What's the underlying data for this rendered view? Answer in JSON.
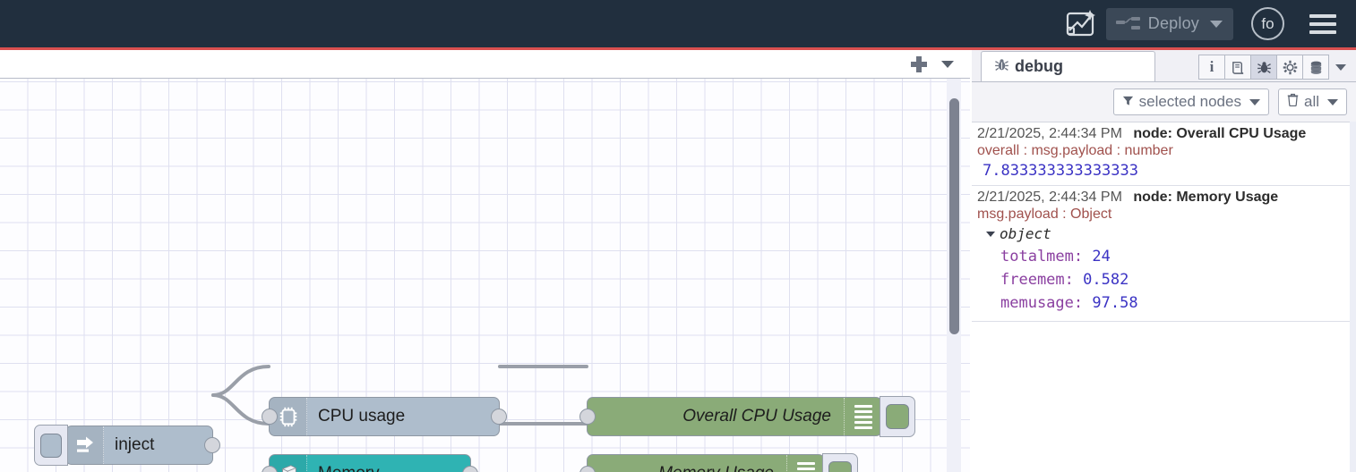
{
  "header": {
    "ai_icon": "flow-ai-icon",
    "deploy_label": "Deploy",
    "deploy_icon": "deploy-node-icon",
    "deploy_caret_icon": "chevron-down-icon",
    "avatar_initials": "fo",
    "menu_icon": "hamburger-menu-icon",
    "bg_color": "#212f3e",
    "accent_line_color": "#d94f4f"
  },
  "workspace": {
    "add_tab_icon": "plus-icon",
    "tab_menu_icon": "chevron-down-icon",
    "nodes": [
      {
        "id": "inject",
        "label": "inject",
        "icon": "inject-arrow-icon",
        "color": "#aebdcc",
        "button_icon": "inject-trigger-button"
      },
      {
        "id": "cpu",
        "label": "CPU usage",
        "icon": "cpu-chip-icon",
        "color": "#aebdcc"
      },
      {
        "id": "memory",
        "label": "Memory",
        "icon": "server-tower-icon",
        "color": "#2fb3b3"
      }
    ],
    "debug_nodes": [
      {
        "id": "dbg-cpu",
        "label": "Overall CPU Usage",
        "icon": "debug-lines-icon",
        "color": "#8aab78",
        "toggle_icon": "debug-enable-toggle"
      },
      {
        "id": "dbg-mem",
        "label": "Memory Usage",
        "icon": "debug-lines-icon",
        "color": "#8aab78",
        "toggle_icon": "debug-enable-toggle"
      }
    ]
  },
  "sidebar": {
    "tab": {
      "label": "debug",
      "icon": "bug-icon"
    },
    "tools": [
      {
        "name": "info-icon",
        "glyph": "i",
        "active": false
      },
      {
        "name": "help-book-icon",
        "glyph": "Ὅ5",
        "active": false
      },
      {
        "name": "debug-bug-icon",
        "glyph": "bug",
        "active": true
      },
      {
        "name": "config-gear-icon",
        "glyph": "gear",
        "active": false
      },
      {
        "name": "context-data-icon",
        "glyph": "stack",
        "active": false
      }
    ],
    "tools_caret_icon": "chevron-down-icon",
    "filters": {
      "node_filter_label": "selected nodes",
      "node_filter_icon": "filter-funnel-icon",
      "clear_label": "all",
      "clear_icon": "trash-icon",
      "caret_icon": "chevron-down-icon"
    },
    "messages": [
      {
        "timestamp": "2/21/2025, 2:44:34 PM",
        "node": "node: Overall CPU Usage",
        "topic": "overall : msg.payload : number",
        "value": "7.833333333333333",
        "type": "number"
      },
      {
        "timestamp": "2/21/2025, 2:44:34 PM",
        "node": "node: Memory Usage",
        "topic": "msg.payload : Object",
        "object_root": "object",
        "properties": [
          {
            "key": "totalmem:",
            "value": "24"
          },
          {
            "key": "freemem:",
            "value": "0.582"
          },
          {
            "key": "memusage:",
            "value": "97.58"
          }
        ],
        "type": "object"
      }
    ]
  }
}
